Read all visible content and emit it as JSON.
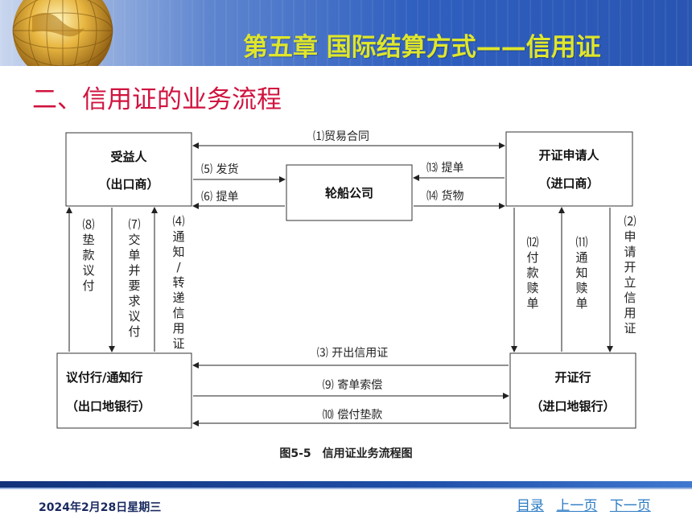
{
  "header": {
    "chapter_title": "第五章 国际结算方式——信用证"
  },
  "section": {
    "title": "二、信用证的业务流程"
  },
  "diagram": {
    "nodes": {
      "beneficiary": {
        "line1": "受益人",
        "line2": "（出口商）"
      },
      "applicant": {
        "line1": "开证申请人",
        "line2": "（进口商）"
      },
      "shipping": {
        "line1": "轮船公司"
      },
      "negotiating_bank": {
        "line1": "议付行/通知行",
        "line2": "（出口地银行）"
      },
      "issuing_bank": {
        "line1": "开证行",
        "line2": "（进口地银行）"
      }
    },
    "edges": {
      "e1": "⑴贸易合同",
      "e5": "⑸ 发货",
      "e6": "⑹ 提单",
      "e13": "⒀ 提单",
      "e14": "⒁ 货物",
      "e3": "⑶ 开出信用证",
      "e9": "⑼ 寄单索偿",
      "e10": "⑽ 偿付垫款"
    },
    "vertical_labels": {
      "v8": [
        "⑻",
        "垫",
        "款",
        "议",
        "付"
      ],
      "v7": [
        "⑺",
        "交",
        "单",
        "并",
        "要",
        "求",
        "议",
        "付"
      ],
      "v4": [
        "⑷",
        "通",
        "知",
        "/",
        "转",
        "递",
        "信",
        "用",
        "证"
      ],
      "v12": [
        "⑿",
        "付",
        "款",
        "赎",
        "单"
      ],
      "v11": [
        "⑾",
        "通",
        "知",
        "赎",
        "单"
      ],
      "v2": [
        "⑵",
        "申",
        "请",
        "开",
        "立",
        "信",
        "用",
        "证"
      ]
    },
    "caption": "图5-5　信用证业务流程图"
  },
  "footer": {
    "date": "2024年2月28日星期三",
    "nav_contents": "目录",
    "nav_prev": "上一页",
    "nav_next": "下一页"
  },
  "colors": {
    "chapter_title": "#dfe62a",
    "section_title": "#d0133f",
    "header_blue": "#2f5fbf",
    "nav_link": "#2b7bc4"
  }
}
